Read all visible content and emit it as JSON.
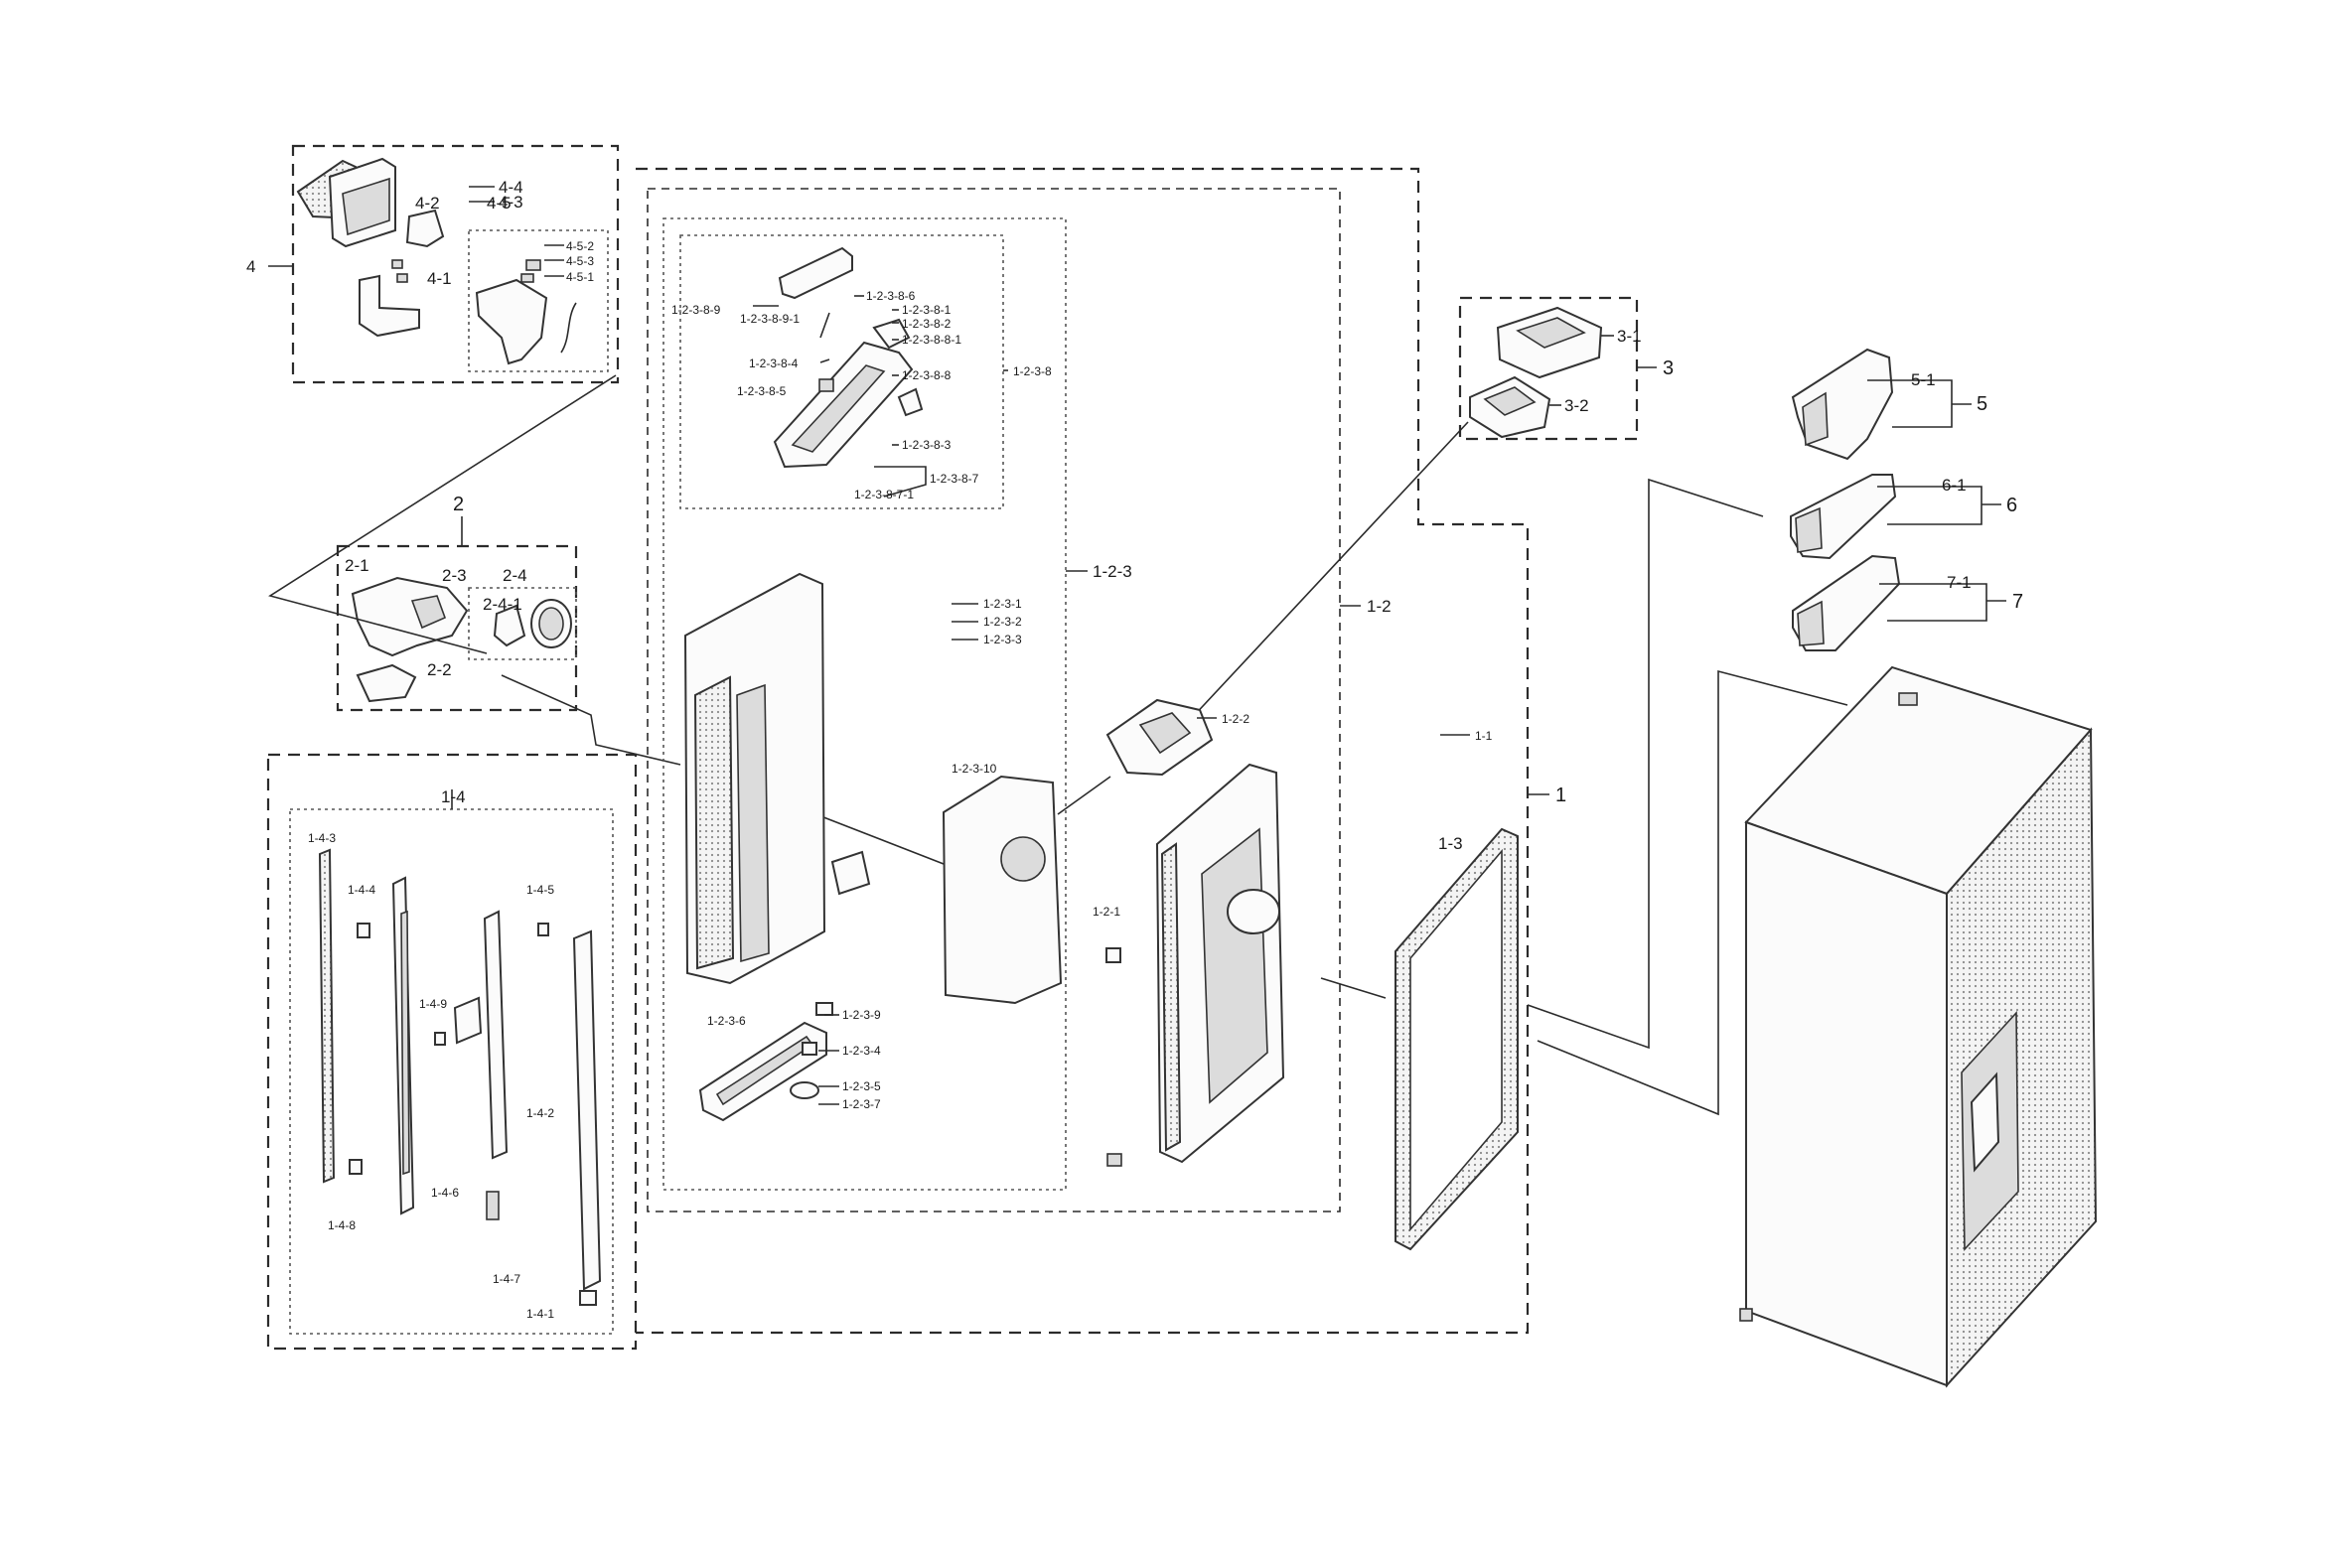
{
  "labels": {
    "l_1": "1",
    "l_1_1": "1-1",
    "l_1_2": "1-2",
    "l_1_2_1": "1-2-1",
    "l_1_2_2": "1-2-2",
    "l_1_2_3": "1-2-3",
    "l_1_2_3_1": "1-2-3-1",
    "l_1_2_3_2": "1-2-3-2",
    "l_1_2_3_3": "1-2-3-3",
    "l_1_2_3_4": "1-2-3-4",
    "l_1_2_3_5": "1-2-3-5",
    "l_1_2_3_6": "1-2-3-6",
    "l_1_2_3_7": "1-2-3-7",
    "l_1_2_3_8": "1-2-3-8",
    "l_1_2_3_8_1": "1-2-3-8-1",
    "l_1_2_3_8_2": "1-2-3-8-2",
    "l_1_2_3_8_3": "1-2-3-8-3",
    "l_1_2_3_8_4": "1-2-3-8-4",
    "l_1_2_3_8_5": "1-2-3-8-5",
    "l_1_2_3_8_6": "1-2-3-8-6",
    "l_1_2_3_8_7": "1-2-3-8-7",
    "l_1_2_3_8_7_1": "1-2-3-8-7-1",
    "l_1_2_3_8_8": "1-2-3-8-8",
    "l_1_2_3_8_9": "1-2-3-8-9",
    "l_1_2_3_8_9_1": "1-2-3-8-9-1",
    "l_1_2_3_8_8_1": "1-2-3-8-8-1",
    "l_1_2_3_9": "1-2-3-9",
    "l_1_2_3_10": "1-2-3-10",
    "l_1_3": "1-3",
    "l_1_4": "1-4",
    "l_1_4_1": "1-4-1",
    "l_1_4_2": "1-4-2",
    "l_1_4_3": "1-4-3",
    "l_1_4_4": "1-4-4",
    "l_1_4_5": "1-4-5",
    "l_1_4_6": "1-4-6",
    "l_1_4_7": "1-4-7",
    "l_1_4_8": "1-4-8",
    "l_1_4_9": "1-4-9",
    "l_2": "2",
    "l_2_1": "2-1",
    "l_2_2": "2-2",
    "l_2_3": "2-3",
    "l_2_4": "2-4",
    "l_2_4_1": "2-4-1",
    "l_3": "3",
    "l_3_1": "3-1",
    "l_3_2": "3-2",
    "l_4": "4",
    "l_4_1": "4-1",
    "l_4_2": "4-2",
    "l_4_3": "4-3",
    "l_4_4": "4-4",
    "l_4_5": "4-5",
    "l_4_5_1": "4-5-1",
    "l_4_5_2": "4-5-2",
    "l_4_5_3": "4-5-3",
    "l_5": "5",
    "l_5_1": "5-1",
    "l_6": "6",
    "l_6_1": "6-1",
    "l_7": "7",
    "l_7_1": "7-1"
  },
  "colors": {
    "line": "#2b2b2b",
    "background": "#ffffff"
  }
}
